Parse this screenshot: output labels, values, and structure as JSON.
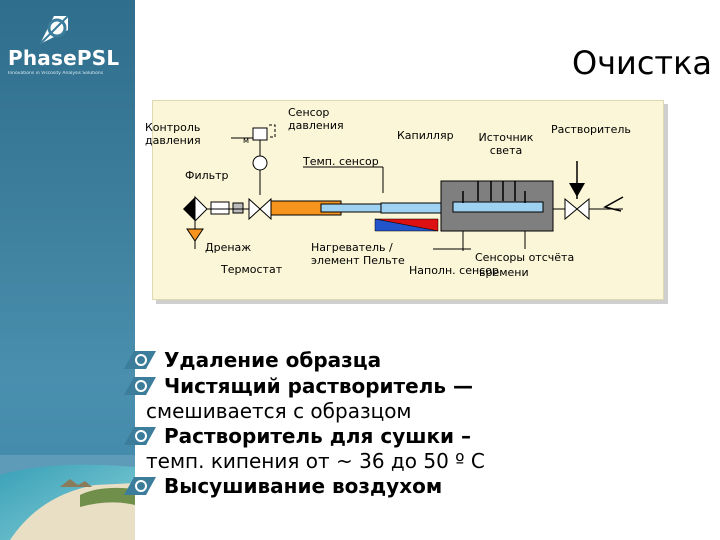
{
  "brand": {
    "name": "PhasePSL",
    "tagline": "Innovations in Viscosity Analysis Solutions"
  },
  "slide": {
    "title": "Очистка"
  },
  "diagram": {
    "labels": {
      "pressure_control": "Контроль давления",
      "pressure_sensor": "Сенсор давления",
      "capillary": "Капилляр",
      "light_source": "Источник света",
      "solvent": "Растворитель",
      "temp_sensor": "Темп. сенсор",
      "filter": "Фильтр",
      "drain": "Дренаж",
      "thermostat": "Термостат",
      "peltier": "Нагреватель / элемент Пельте",
      "ref_sensors": "Сенсоры отсчёта",
      "fill_sensor": "Наполн. сенсор",
      "time": "времени"
    }
  },
  "bullets": [
    {
      "main": "Удаление образца",
      "sub": ""
    },
    {
      "main": "Чистящий растворитель —",
      "sub": "смешивается с образцом"
    },
    {
      "main": "Растворитель для сушки –",
      "sub": "темп. кипения от ~ 36 до 50 º С"
    },
    {
      "main": "Высушивание воздухом",
      "sub": ""
    }
  ],
  "colors": {
    "sidebar": "#3b7d9b",
    "diagram_bg": "#fbf6d7",
    "heater": "#f7941d",
    "peltier_blue": "#2255cc",
    "peltier_red": "#dd1111",
    "tube": "#9fd2f0",
    "chamber": "#7f7f7f"
  }
}
